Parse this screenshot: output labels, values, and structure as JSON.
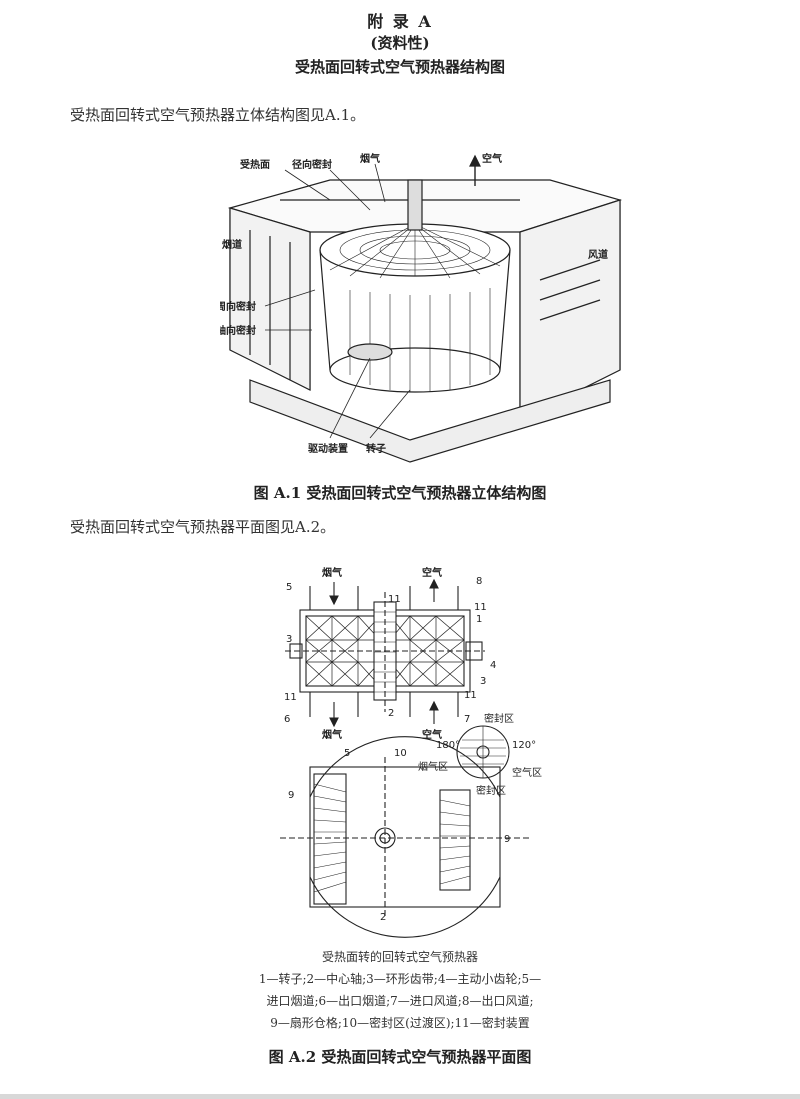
{
  "header": {
    "appendix": "附 录 A",
    "informative": "(资料性)",
    "title": "受热面回转式空气预热器结构图"
  },
  "paragraphs": {
    "p1": "受热面回转式空气预热器立体结构图见A.1。",
    "p2": "受热面回转式空气预热器平面图见A.2。"
  },
  "figure1": {
    "caption": "图 A.1  受热面回转式空气预热器立体结构图",
    "labels": {
      "heating_surface": "受热面",
      "radial_seal": "径向密封",
      "flue_gas": "烟气",
      "air": "空气",
      "flue_duct": "烟道",
      "air_duct": "风道",
      "circumferential_seal": "周向密封",
      "axial_seal": "轴向密封",
      "drive_device": "驱动装置",
      "rotor": "转子"
    }
  },
  "figure2": {
    "caption": "图 A.2  受热面回转式空气预热器平面图",
    "labels": {
      "flue_gas_top": "烟气",
      "air_top": "空气",
      "flue_gas_bottom": "烟气",
      "air_bottom": "空气",
      "seal_zone": "密封区",
      "flue_zone": "烟气区",
      "air_zone": "空气区",
      "seal_zone_2": "密封区",
      "angle_180": "180°",
      "angle_120": "120°"
    },
    "numbers": {
      "n5a": "5",
      "n8": "8",
      "n11a": "11",
      "n11b": "11",
      "n1": "1",
      "n3a": "3",
      "n4": "4",
      "n3b": "3",
      "n11c": "11",
      "n11d": "11",
      "n6": "6",
      "n2a": "2",
      "n7": "7",
      "n5b": "5",
      "n10": "10",
      "n9a": "9",
      "n9b": "9",
      "n2b": "2"
    },
    "legend_title": "受热面转的回转式空气预热器",
    "legend_lines": [
      "1—转子;2—中心轴;3—环形齿带;4—主动小齿轮;5—",
      "进口烟道;6—出口烟道;7—进口风道;8—出口风道;",
      "9—扇形仓格;10—密封区(过渡区);11—密封装置"
    ]
  }
}
